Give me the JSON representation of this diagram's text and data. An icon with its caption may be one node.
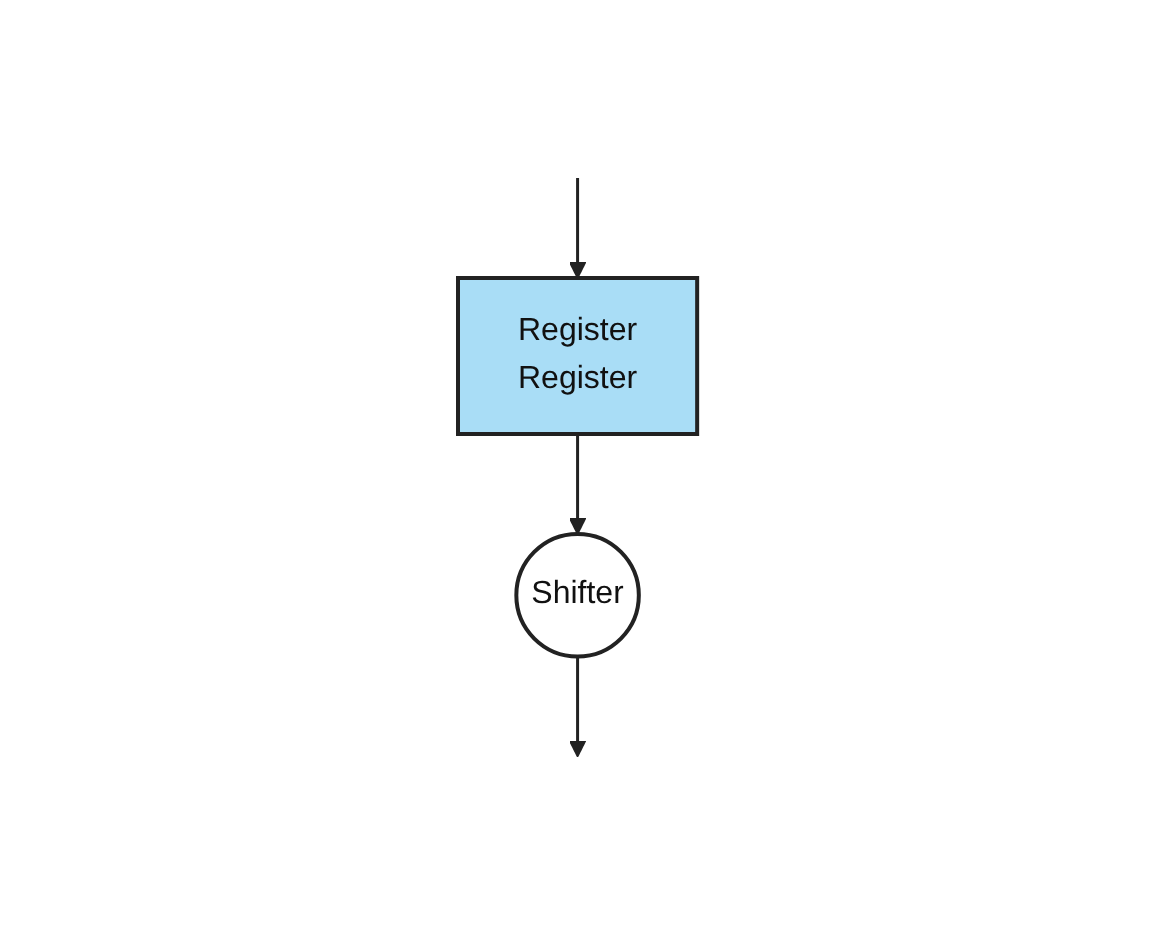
{
  "diagram": {
    "nodes": [
      {
        "text": [
          "Register",
          "Register"
        ]
      },
      {
        "text": [
          "Shifter"
        ]
      }
    ],
    "edges": [
      {
        "from": null,
        "to": 0,
        "arrow": "to"
      },
      {
        "from": 0,
        "to": 1,
        "arrow": "to"
      },
      {
        "from": 1,
        "to": null,
        "arrow": "to"
      }
    ]
  }
}
